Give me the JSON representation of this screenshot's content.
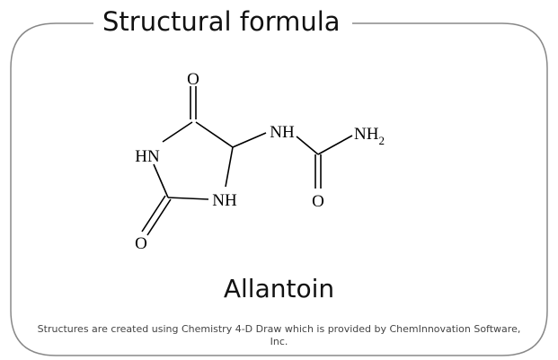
{
  "panel": {
    "heading": "Structural formula",
    "compound_name": "Allantoin",
    "credit": "Structures are created using Chemistry 4-D Draw which is provided by ChemInnovation Software, Inc."
  },
  "molecule": {
    "atoms": {
      "o_top": "O",
      "hn_ring": "HN",
      "nh_ring": "NH",
      "o_bottom": "O",
      "nh_chain": "NH",
      "o_urea": "O",
      "nh2_main": "NH",
      "nh2_sub": "2"
    }
  },
  "colors": {
    "frame": "#888888",
    "text": "#111111",
    "bond": "#000000"
  }
}
